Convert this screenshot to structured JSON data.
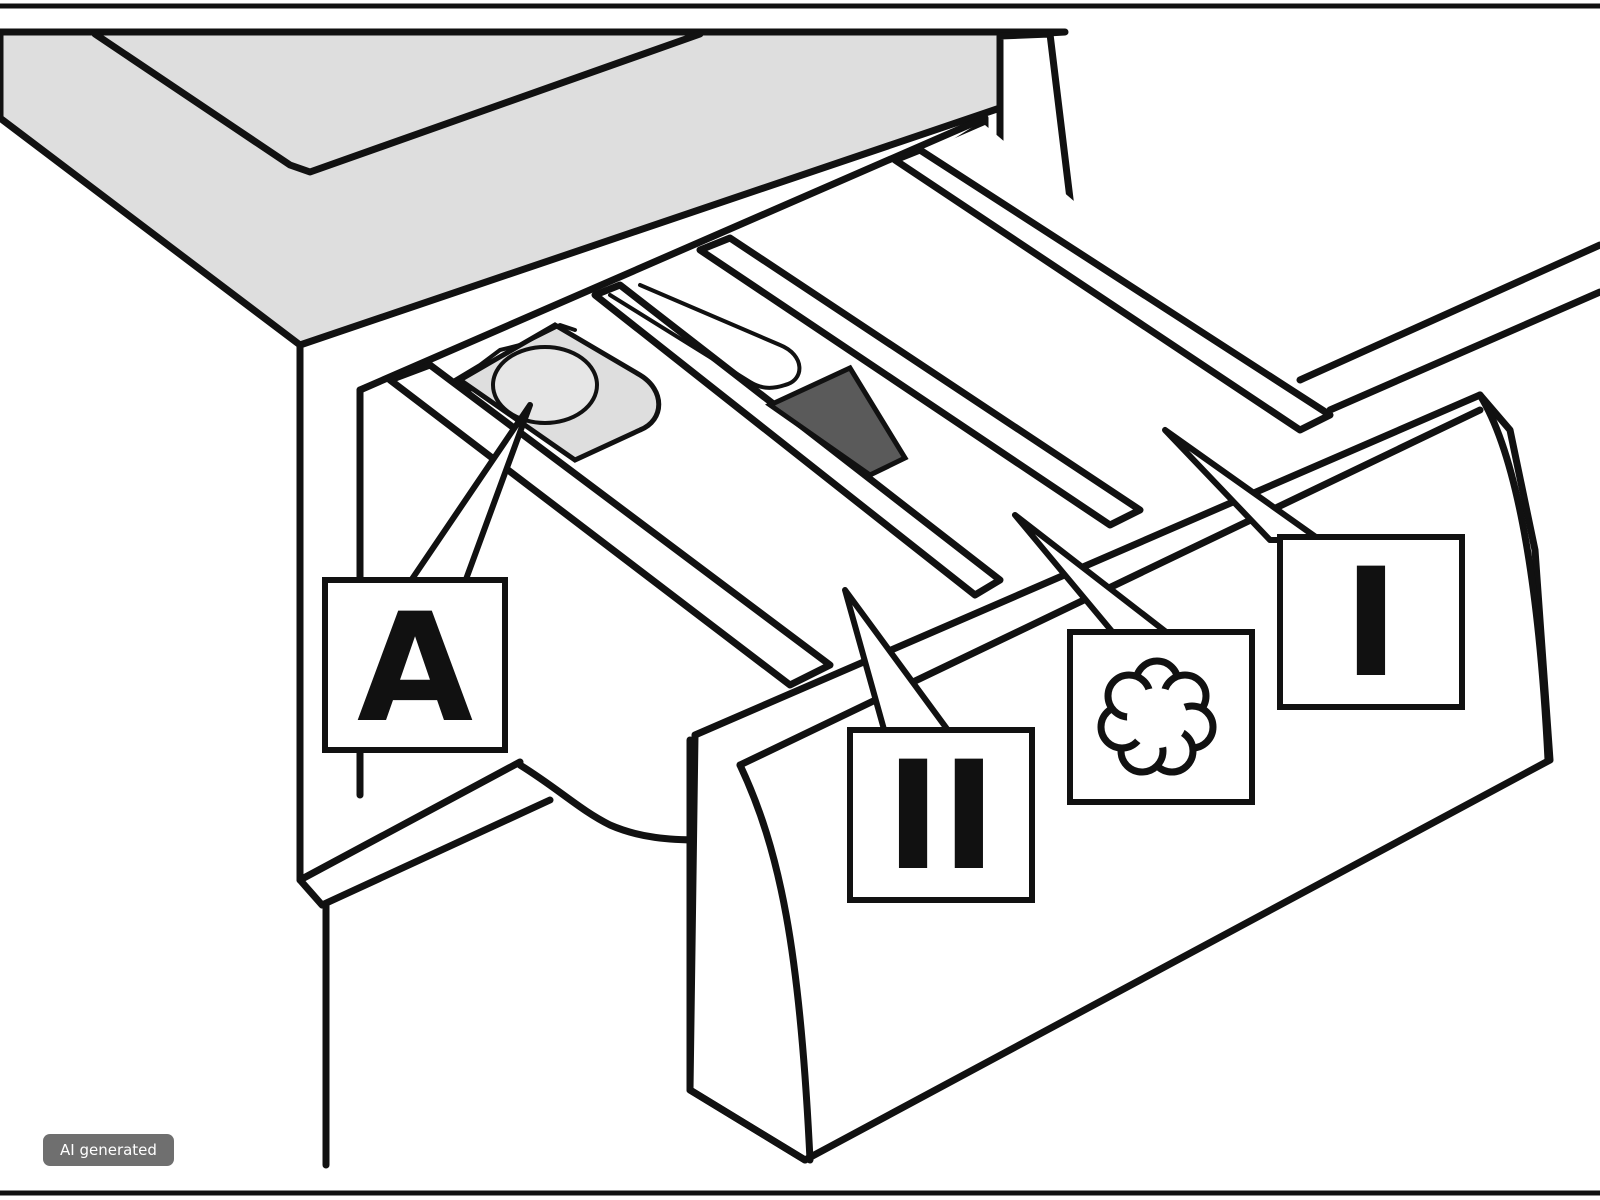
{
  "labels": {
    "a": "A",
    "two": "II",
    "one": "I",
    "flower": "flower-icon"
  },
  "badge": {
    "text": "AI generated"
  },
  "colors": {
    "line": "#111111",
    "shade": "#dedede",
    "dark_shade": "#5a5a5a",
    "background": "#ffffff",
    "badge_bg": "#6f6f6f"
  }
}
